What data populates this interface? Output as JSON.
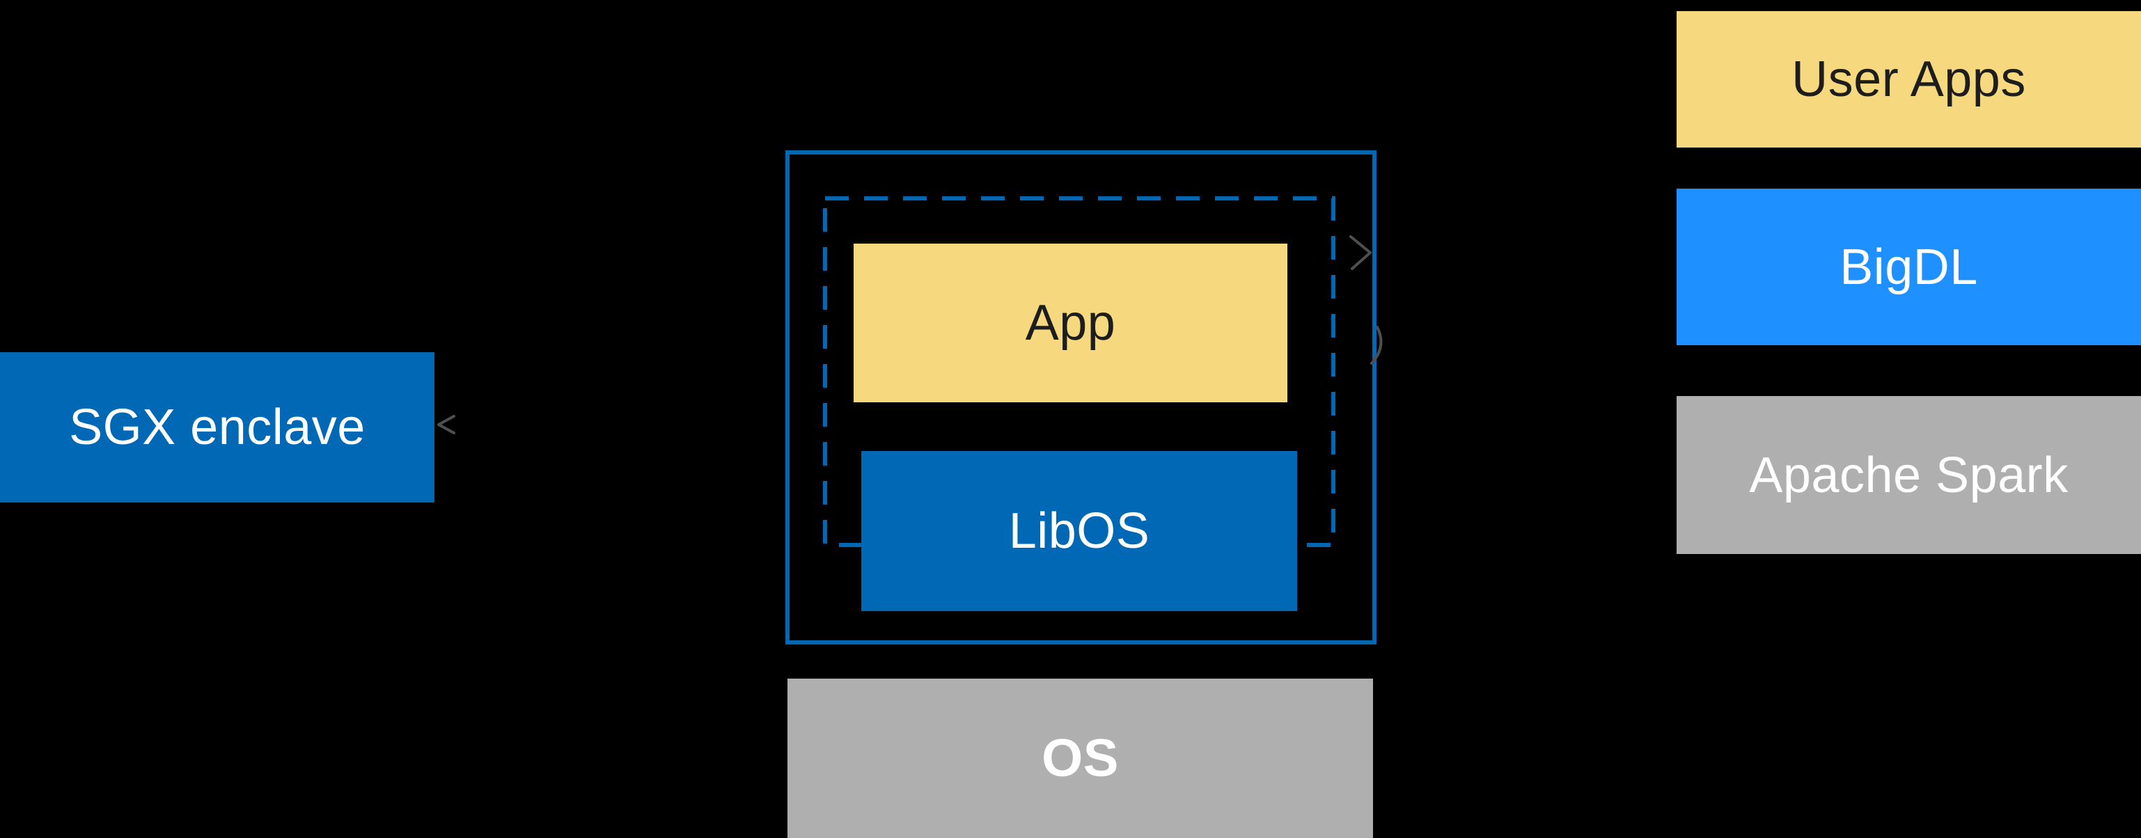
{
  "diagram": {
    "background_color": "#000000",
    "colors": {
      "intel_blue": "#0068B5",
      "bright_blue": "#1E90FF",
      "gold_yellow": "#F6D97F",
      "gray": "#AFAFAF",
      "text_dark": "#1D1D1D",
      "text_light": "#FFFFFF"
    },
    "left": {
      "sgx_enclave_label": "SGX enclave"
    },
    "center": {
      "app_label": "App",
      "libos_label": "LibOS",
      "os_label": "OS"
    },
    "right_stack": [
      {
        "label": "User Apps"
      },
      {
        "label": "BigDL"
      },
      {
        "label": "Apache Spark"
      }
    ]
  }
}
